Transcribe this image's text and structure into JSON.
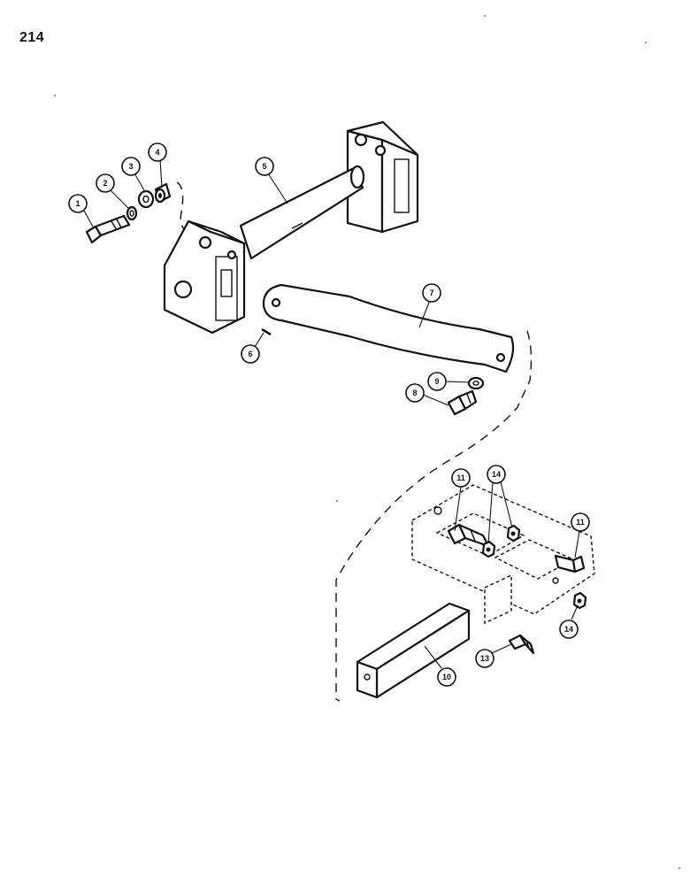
{
  "page_number": "214",
  "callouts": [
    {
      "id": "c1",
      "label": "1"
    },
    {
      "id": "c2",
      "label": "2"
    },
    {
      "id": "c3",
      "label": "3"
    },
    {
      "id": "c4",
      "label": "4"
    },
    {
      "id": "c5",
      "label": "5"
    },
    {
      "id": "c6",
      "label": "6"
    },
    {
      "id": "c7",
      "label": "7"
    },
    {
      "id": "c8",
      "label": "8"
    },
    {
      "id": "c9",
      "label": "9"
    },
    {
      "id": "c10",
      "label": "10"
    },
    {
      "id": "c11a",
      "label": "11"
    },
    {
      "id": "c11b",
      "label": "11"
    },
    {
      "id": "c13",
      "label": "13"
    },
    {
      "id": "c14a",
      "label": "14"
    },
    {
      "id": "c14b",
      "label": "14"
    }
  ]
}
